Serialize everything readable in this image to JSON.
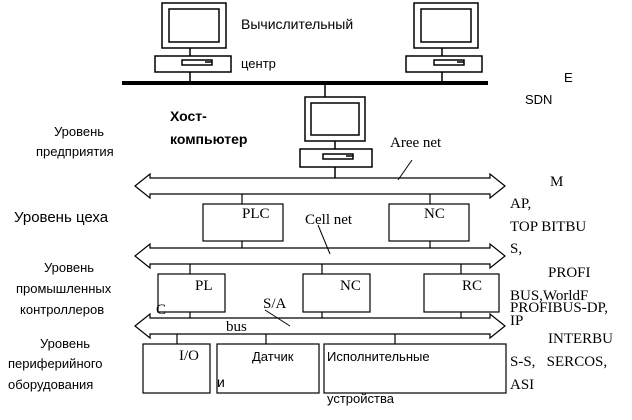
{
  "top": {
    "computing_center_line1": "Вычислительный",
    "computing_center_line2": "центр",
    "e": "E",
    "sdn": "SDN"
  },
  "host": {
    "line1": "Хост-",
    "line2": "компьютер"
  },
  "levels": {
    "enterprise_1": "Уровень",
    "enterprise_2": "предприятия",
    "shop": "Уровень цеха",
    "controllers_1": "Уровень",
    "controllers_2": "промышленных",
    "controllers_3": "контроллеров",
    "peripheral_1": "Уровень",
    "peripheral_2": "периферийного",
    "peripheral_3": "оборудования"
  },
  "nets": {
    "area": "Aree net",
    "cell": "Cell net",
    "sa": "S/A",
    "c": "C",
    "bus": "bus"
  },
  "boxes": {
    "plc": "PLC",
    "nc1": "NC",
    "pl": "PL",
    "nc2": "NC",
    "rc": "RC",
    "io": "I/O",
    "and": "и",
    "sensor": "Датчик",
    "actuators_1": "Исполнительные",
    "actuators_2": "устройства"
  },
  "protocols": {
    "m": "M",
    "ap": "AP,",
    "top_bitbu": "TOP BITBU",
    "s": "S,",
    "profi": "PROFI",
    "bus_worldf": "BUS,WorldF",
    "profibus_dp": "PROFIBUS-DP,",
    "ip": "IP",
    "interbu": "INTERBU",
    "s_s_sercos": "S-S,   SERCOS,",
    "asi": "ASI"
  }
}
